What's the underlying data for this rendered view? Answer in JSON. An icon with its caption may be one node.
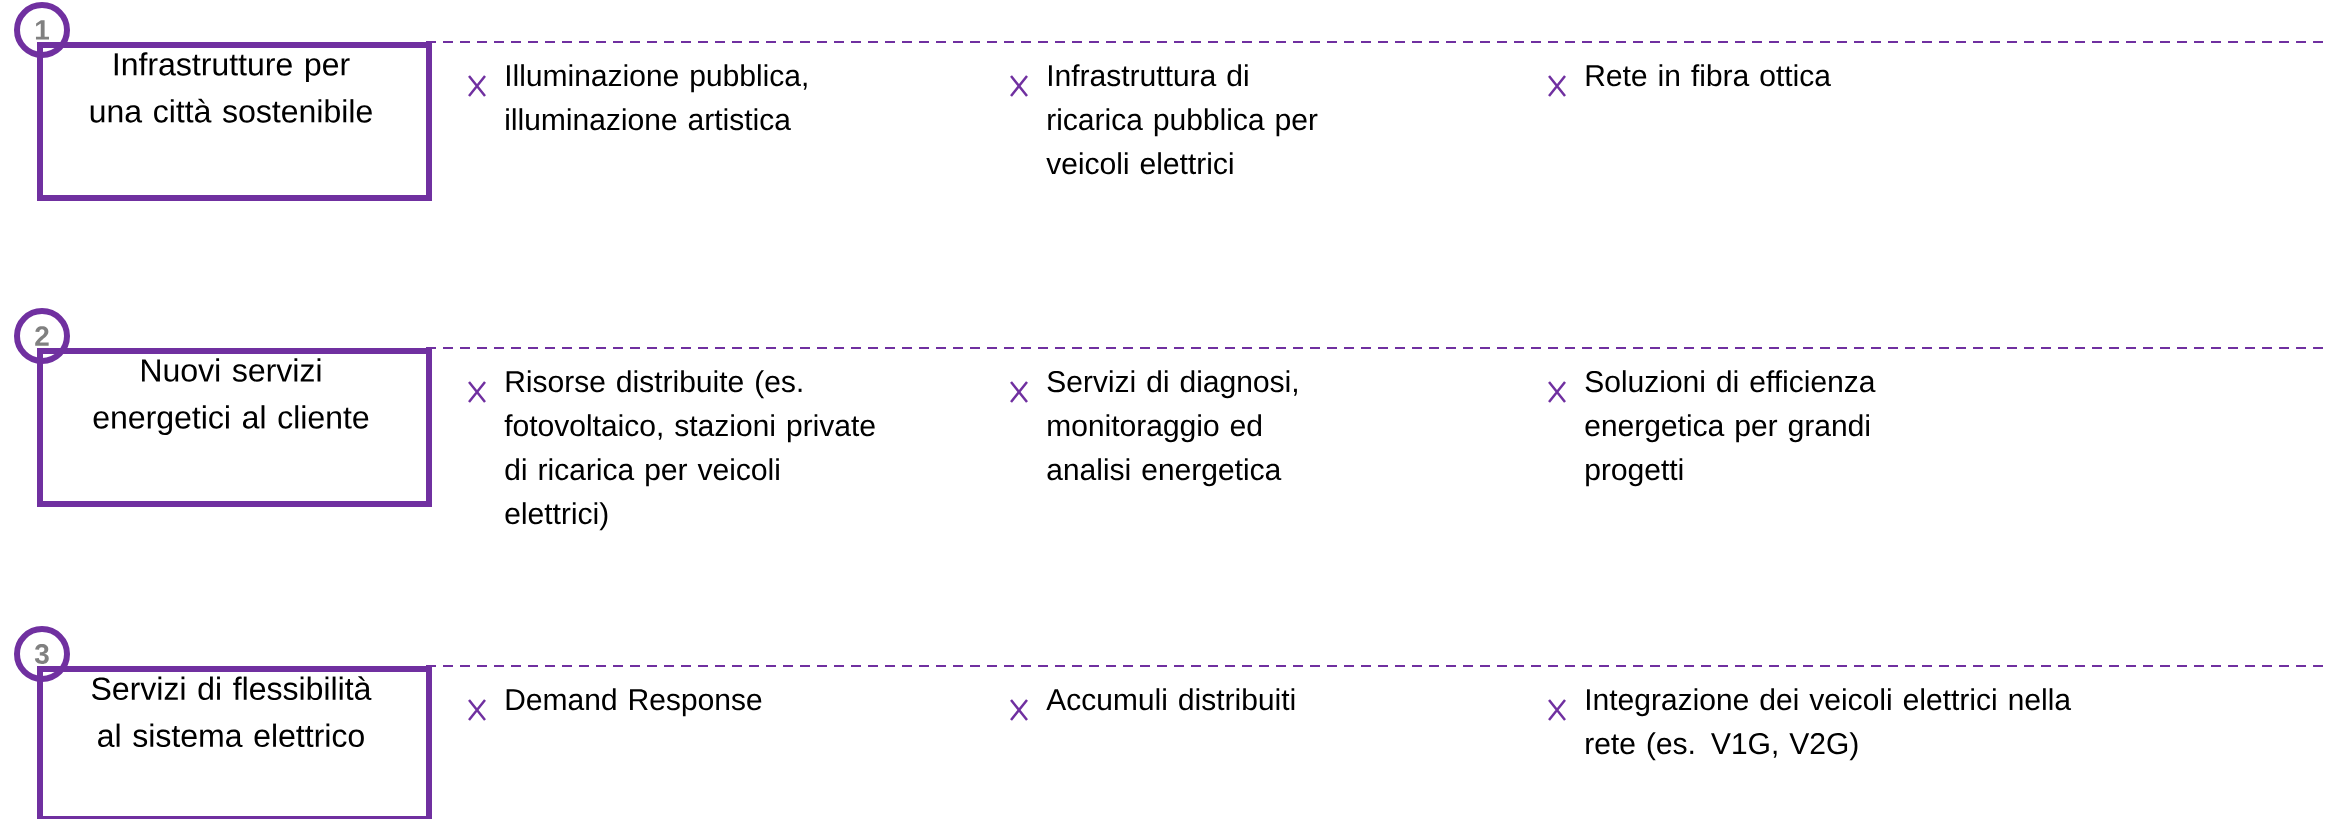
{
  "diagram": {
    "nodes": [
      {
        "text": [
          "1"
        ]
      },
      {
        "text": [
          "Infrastrutture per una città sostenibile"
        ]
      },
      {
        "text": [
          "2"
        ]
      },
      {
        "text": [
          "Nuovi servizi energetici al cliente"
        ]
      },
      {
        "text": [
          "3"
        ]
      },
      {
        "text": [
          "Servizi di flessibilità al sistema elettrico"
        ]
      }
    ],
    "labels": [
      "Illuminazione pubblica, illuminazione artistica",
      "Infrastruttura di ricarica pubblica per veicoli elettrici",
      "Rete in fibra ottica",
      "Risorse distribuite (es. fotovoltaico, stazioni private di ricarica per veicoli elettrici)",
      "Servizi di diagnosi, monitoraggio ed analisi energetica",
      "Soluzioni di efficienza energetica per grandi progetti",
      "Demand Response",
      "Accumuli distribuiti",
      "Integrazione dei veicoli elettrici nella rete (es. V1G, V2G)"
    ]
  }
}
